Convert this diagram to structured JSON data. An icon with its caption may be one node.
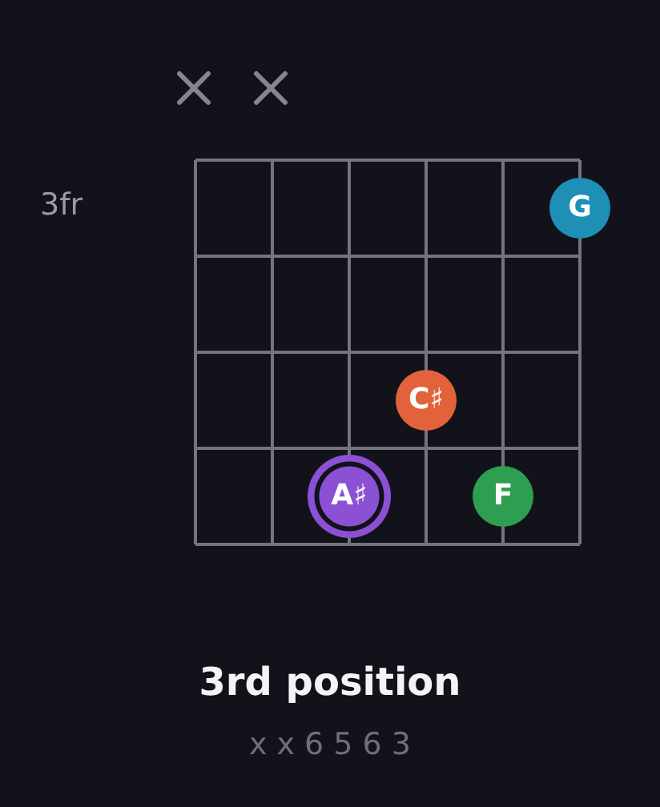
{
  "diagram": {
    "title": "3rd position",
    "caption": "x x 6 5 6 3",
    "nodes": [
      {
        "text": [
          "G"
        ]
      },
      {
        "text": [
          "C♯"
        ]
      },
      {
        "text": [
          "A♯"
        ]
      },
      {
        "text": [
          "F"
        ]
      }
    ],
    "labels": [
      "3fr"
    ]
  }
}
